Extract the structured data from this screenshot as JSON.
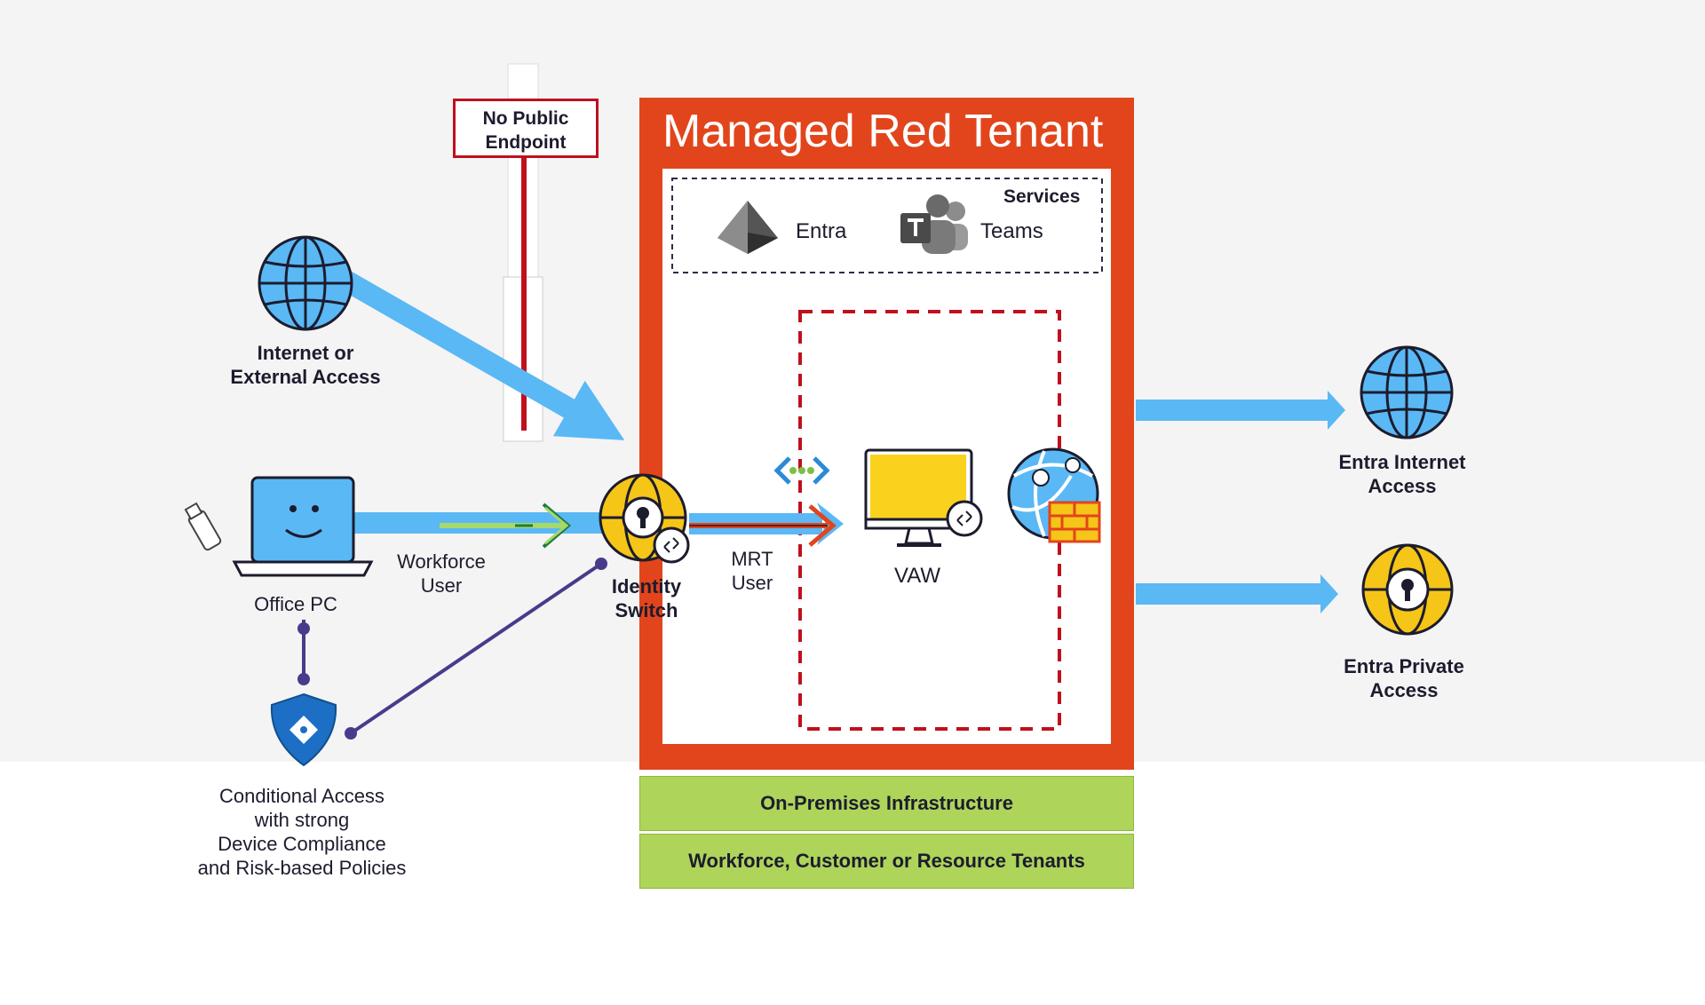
{
  "title": "Managed Red Tenant",
  "no_public_endpoint": [
    "No Public",
    "Endpoint"
  ],
  "services": {
    "heading": "Services",
    "entra": "Entra",
    "teams": "Teams"
  },
  "nodes": {
    "internet": [
      "Internet or",
      "External Access"
    ],
    "office_pc": "Office PC",
    "workforce_user": [
      "Workforce",
      "User"
    ],
    "identity_switch": [
      "Identity",
      "Switch"
    ],
    "mrt_user": [
      "MRT",
      "User"
    ],
    "vaw": "VAW",
    "entra_internet": [
      "Entra Internet",
      "Access"
    ],
    "entra_private": [
      "Entra Private",
      "Access"
    ],
    "conditional_access": [
      "Conditional Access",
      "with strong",
      "Device Compliance",
      "and Risk-based Policies"
    ]
  },
  "bars": {
    "on_prem": "On-Premises Infrastructure",
    "tenants": "Workforce, Customer or Resource Tenants"
  },
  "colors": {
    "tenant_red": "#e2451c",
    "arrow_blue": "#5ab8f5",
    "green_bar": "#aed45a",
    "dashed_red": "#c0101e",
    "policy_purple": "#4a3a8c",
    "lock_yellow": "#f5c518"
  },
  "icons": [
    "globe-icon",
    "laptop-icon",
    "usb-icon",
    "shield-icon",
    "lock-globe-icon",
    "entra-icon",
    "teams-icon",
    "monitor-icon",
    "firewall-globe-icon",
    "vnet-icon",
    "remote-desktop-icon"
  ]
}
